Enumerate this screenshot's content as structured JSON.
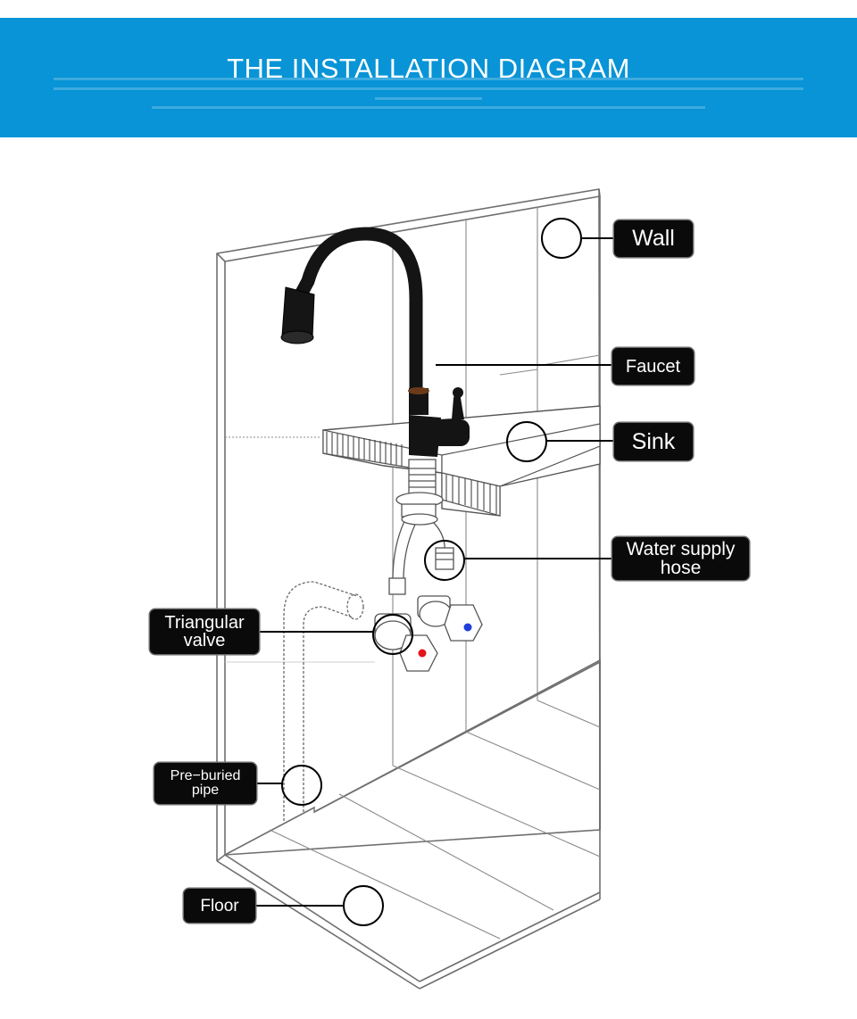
{
  "banner": {
    "title": "THE INSTALLATION DIAGRAM",
    "color": "#0894d6"
  },
  "labels": {
    "wall": "Wall",
    "faucet": "Faucet",
    "sink": "Sink",
    "water_supply_hose": "Water supply\nhose",
    "triangular_valve": "Triangular\nvalve",
    "pre_buried_pipe": "Pre−buried\npipe",
    "floor": "Floor"
  },
  "colors": {
    "label_bg": "#0a0a0a",
    "label_text": "#ffffff",
    "hot_marker": "#e3141b",
    "cold_marker": "#1e3fd9",
    "faucet": "#141414"
  }
}
